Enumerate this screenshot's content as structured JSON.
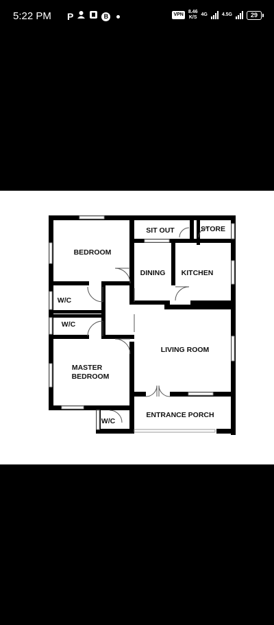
{
  "status_bar": {
    "time": "5:22 PM",
    "notification_icons": [
      "p-icon",
      "account-icon",
      "office-icon",
      "b-circle-icon",
      "dot-icon"
    ],
    "vpn": "VPN",
    "speed_value": "8.46",
    "speed_unit": "K/S",
    "network_1": "4G",
    "network_2": "4.5G",
    "battery": "29"
  },
  "floor_plan": {
    "rooms": {
      "bedroom": "BEDROOM",
      "sit_out": "SIT OUT",
      "store": "STORE",
      "dining": "DINING",
      "kitchen": "KITCHEN",
      "wc_1": "W/C",
      "wc_2": "W/C",
      "living_room": "LIVING ROOM",
      "master_bedroom_line1": "MASTER",
      "master_bedroom_line2": "BEDROOM",
      "wc_3": "W/C",
      "entrance_porch": "ENTRANCE PORCH"
    }
  },
  "colors": {
    "background": "#000000",
    "panel": "#ffffff",
    "wall": "#000000"
  }
}
